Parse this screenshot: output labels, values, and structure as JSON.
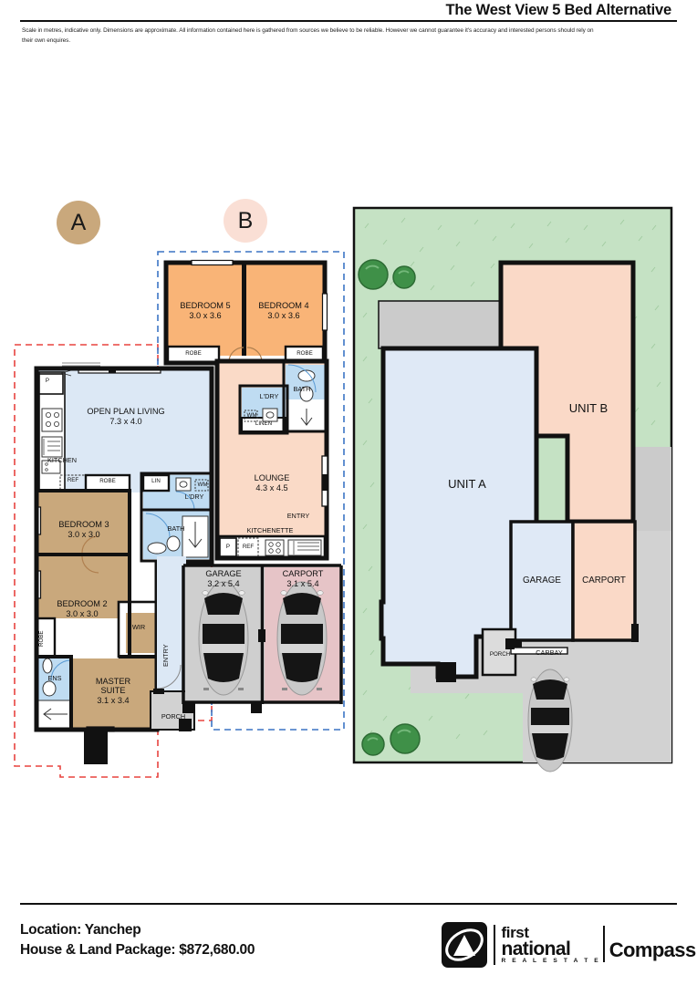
{
  "header": {
    "title": "The West View 5 Bed Alternative",
    "disclaimer": "Scale in metres, indicative only. Dimensions are approximate. All information contained here is gathered from sources we believe to be reliable. However we cannot guarantee it's accuracy and interested persons should rely on their own enquires."
  },
  "footer": {
    "location_line": "Location: Yanchep",
    "price_line": "House & Land Package: $872,680.00",
    "logo": {
      "line1": "first",
      "line2": "national",
      "line3": "R E A L   E S T A T E",
      "brand": "Compass"
    }
  },
  "badges": {
    "unit_a": "A",
    "unit_b": "B"
  },
  "unit_a_plan": {
    "rooms": [
      {
        "name": "OPEN PLAN LIVING",
        "dims": "7.3 x 4.0"
      },
      {
        "name": "KITCHEN",
        "dims": ""
      },
      {
        "name": "BEDROOM 3",
        "dims": "3.0 x 3.0"
      },
      {
        "name": "BEDROOM 2",
        "dims": "3.0 x 3.0"
      },
      {
        "name": "MASTER SUITE",
        "dims": "3.1 x 3.4"
      },
      {
        "name": "BATH",
        "dims": ""
      },
      {
        "name": "L'DRY",
        "dims": ""
      },
      {
        "name": "ENS",
        "dims": ""
      },
      {
        "name": "WIR",
        "dims": ""
      },
      {
        "name": "ENTRY",
        "dims": ""
      },
      {
        "name": "PORCH",
        "dims": ""
      },
      {
        "name": "GARAGE",
        "dims": "3.2 x 5.4"
      }
    ],
    "fixtures": [
      "P",
      "REF",
      "ROBE",
      "ROBE",
      "LIN",
      "WM"
    ]
  },
  "unit_b_plan": {
    "rooms": [
      {
        "name": "BEDROOM 5",
        "dims": "3.0 x 3.6"
      },
      {
        "name": "BEDROOM 4",
        "dims": "3.0 x 3.6"
      },
      {
        "name": "LOUNGE",
        "dims": "4.3 x 4.5"
      },
      {
        "name": "KITCHENETTE",
        "dims": ""
      },
      {
        "name": "BATH",
        "dims": ""
      },
      {
        "name": "L'DRY",
        "dims": ""
      },
      {
        "name": "ENTRY",
        "dims": ""
      },
      {
        "name": "CARPORT",
        "dims": "3.1 x 5.4"
      }
    ],
    "fixtures": [
      "ROBE",
      "ROBE",
      "LINEN",
      "WM",
      "P",
      "REF"
    ]
  },
  "site_plan": {
    "labels": [
      "UNIT A",
      "UNIT B",
      "GARAGE",
      "CARPORT",
      "PORCH",
      "CARBAY"
    ]
  },
  "colors": {
    "living_blue": "#dce8f5",
    "bedroom_tan": "#c9a87c",
    "bedroom_orange": "#f9b477",
    "lounge_peach": "#fadac7",
    "wet_blue": "#bfdcf2",
    "garage_grey": "#cfcfcf",
    "carport_pink": "#e6c4c7",
    "lawn_green": "#c5e2c4",
    "paving_grey": "#d2d2d2",
    "site_unit_a": "#dfe9f6",
    "site_unit_b": "#fad9c7",
    "wall_black": "#111111",
    "dash_red": "#e8433f",
    "dash_blue": "#3b74c4",
    "badge_a": "#c9a87c",
    "badge_b": "#fadfd5"
  }
}
